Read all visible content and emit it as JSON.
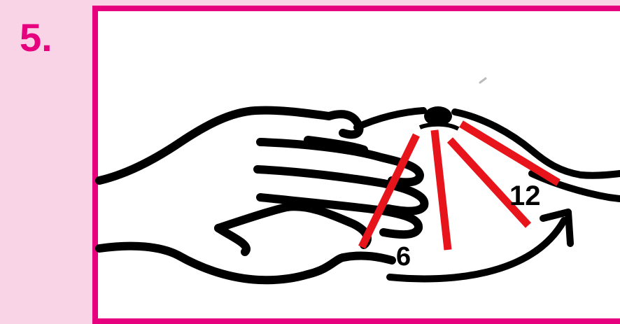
{
  "step": {
    "number": "5."
  },
  "illustration": {
    "start_label": "6",
    "end_label": "12",
    "colors": {
      "accent": "#e6007e",
      "panel": "#f9d3e6",
      "stroke": "#000000",
      "radial_lines": "#e8141b"
    },
    "icons": [
      "hand-icon",
      "breast-icon",
      "nipple-icon",
      "clockwise-arrow-icon"
    ]
  }
}
